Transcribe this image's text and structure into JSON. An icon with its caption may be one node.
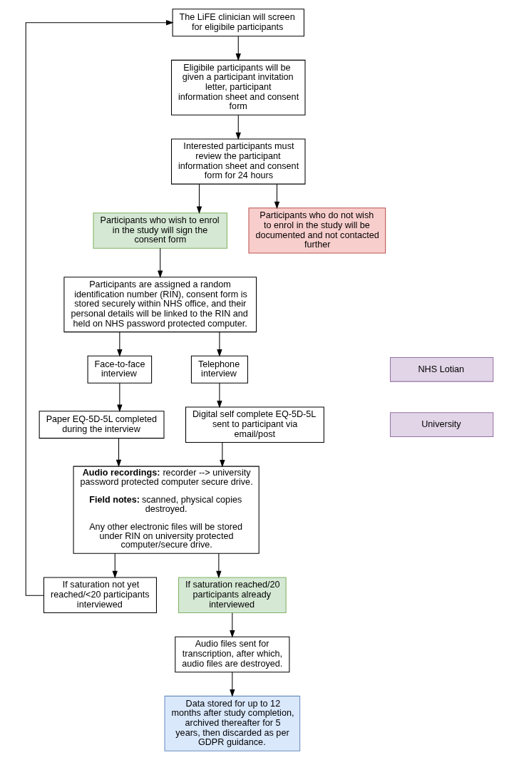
{
  "diagram": {
    "nodes": [
      {
        "text": [
          "The LiFE clinician will screen for eligibile participants"
        ]
      },
      {
        "text": [
          "Eligibile participants will be given a participant invitation letter, participant information sheet and consent form"
        ]
      },
      {
        "text": [
          "Interested participants must review the participant information sheet and consent form for 24 hours"
        ]
      },
      {
        "text": [
          "Participants who wish to enrol in the study will sign the consent form"
        ]
      },
      {
        "text": [
          "Participants who do not wish to enrol in the study will be documented and not contacted further"
        ]
      },
      {
        "text": [
          "Participants are assigned a random identification number (RIN), consent form is stored securely within NHS office, and their personal details will be linked to the RIN and held on NHS password protected computer."
        ]
      },
      {
        "text": [
          "Face-to-face interview"
        ]
      },
      {
        "text": [
          "Telephone interview"
        ]
      },
      {
        "text": [
          "Paper EQ-5D-5L completed during the interview"
        ]
      },
      {
        "text": [
          "Digital self complete EQ-5D-5L sent to participant via email/post"
        ]
      },
      {
        "text": [
          "**Audio recordings:** recorder --> university password protected computer secure drive.",
          "**Field notes:** scanned, physical copies destroyed.",
          "Any other electronic files will be stored under RIN on university protected computer/secure drive."
        ]
      },
      {
        "text": [
          "If saturation not yet reached/<20 participants interviewed"
        ]
      },
      {
        "text": [
          "If saturation reached/20 participants already interviewed"
        ]
      },
      {
        "text": [
          "Audio files sent for transcription, after which, audio files are destroyed."
        ]
      },
      {
        "text": [
          "Data stored for up to 12 months after study completion, archived thereafter for 5 years, then discarded as per GDPR guidance."
        ]
      },
      {
        "text": [
          "NHS Lotian"
        ]
      },
      {
        "text": [
          "University"
        ]
      }
    ],
    "edges": [
      {
        "from": 0,
        "to": 1,
        "arrow": "to"
      },
      {
        "from": 1,
        "to": 2,
        "arrow": "to"
      },
      {
        "from": 2,
        "to": 3,
        "arrow": "to"
      },
      {
        "from": 2,
        "to": 4,
        "arrow": "to"
      },
      {
        "from": 3,
        "to": 5,
        "arrow": "to"
      },
      {
        "from": 5,
        "to": 6,
        "arrow": "to"
      },
      {
        "from": 5,
        "to": 7,
        "arrow": "to"
      },
      {
        "from": 6,
        "to": 8,
        "arrow": "to"
      },
      {
        "from": 7,
        "to": 9,
        "arrow": "to"
      },
      {
        "from": 8,
        "to": 10,
        "arrow": "to"
      },
      {
        "from": 9,
        "to": 10,
        "arrow": "to"
      },
      {
        "from": 10,
        "to": 11,
        "arrow": "to"
      },
      {
        "from": 10,
        "to": 12,
        "arrow": "to"
      },
      {
        "from": 11,
        "to": 0,
        "arrow": "to"
      },
      {
        "from": 12,
        "to": 13,
        "arrow": "to"
      },
      {
        "from": 13,
        "to": 14,
        "arrow": "to"
      }
    ]
  }
}
